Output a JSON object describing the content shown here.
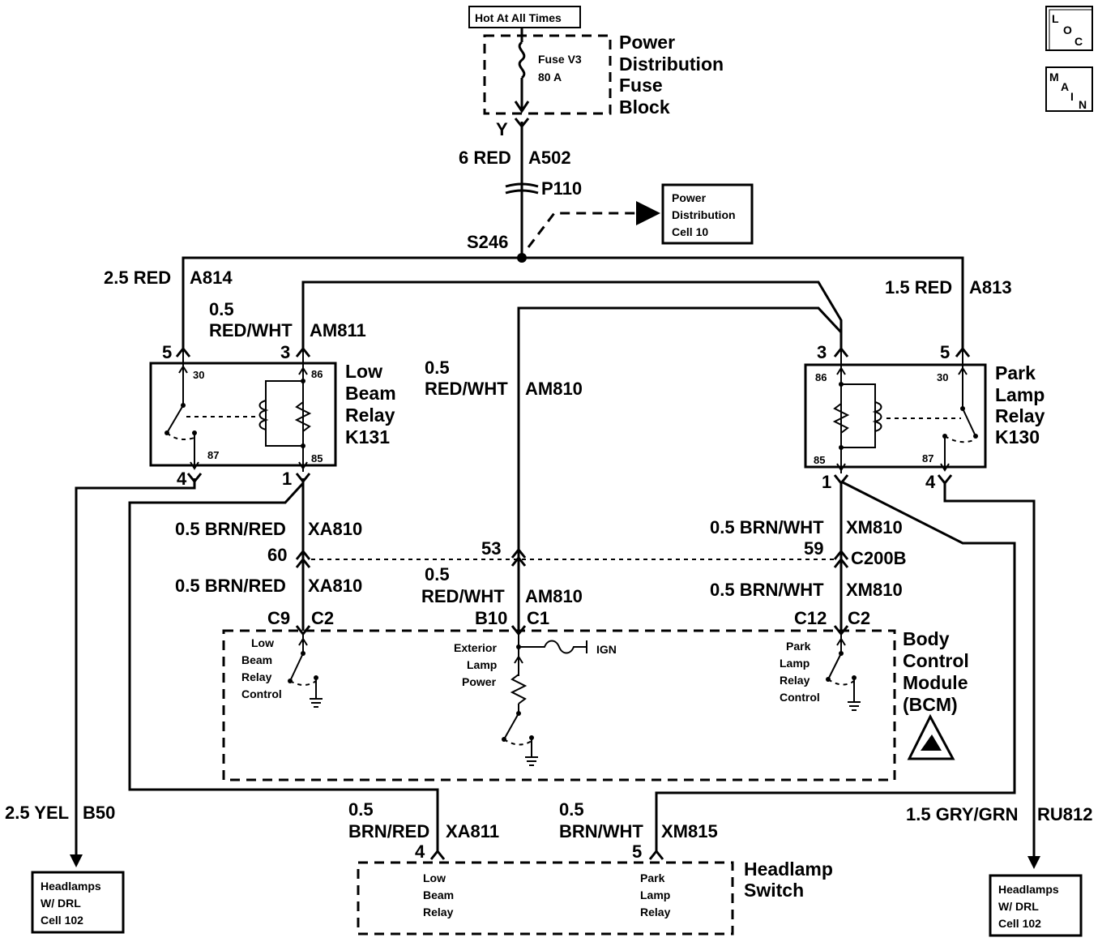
{
  "diagram": {
    "hot_label": "Hot At All Times",
    "loc": [
      "L",
      "O",
      "C"
    ],
    "main": [
      "M",
      "A",
      "I",
      "N"
    ],
    "pdfb": {
      "lines": [
        "Power",
        "Distribution",
        "Fuse",
        "Block"
      ],
      "fuse_name": "Fuse V3",
      "fuse_rating": "80 A",
      "pin": "Y"
    },
    "feed_wire": {
      "gauge_color": "6 RED",
      "circuit": "A502"
    },
    "connector_p110": "P110",
    "splice": "S246",
    "pd_ref": {
      "lines": [
        "Power",
        "Distribution",
        "Cell 10"
      ]
    },
    "w_a814": {
      "gauge_color": "2.5 RED",
      "circuit": "A814"
    },
    "w_a813": {
      "gauge_color": "1.5 RED",
      "circuit": "A813"
    },
    "w_am811": {
      "gauge": "0.5",
      "color": "RED/WHT",
      "circuit": "AM811"
    },
    "w_am810_top": {
      "gauge": "0.5",
      "color": "RED/WHT",
      "circuit": "AM810"
    },
    "k131": {
      "lines": [
        "Low",
        "Beam",
        "Relay",
        "K131"
      ],
      "pins": {
        "p5": "5",
        "p3": "3",
        "p4": "4",
        "p1": "1"
      },
      "terms": {
        "t30": "30",
        "t86": "86",
        "t87": "87",
        "t85": "85"
      }
    },
    "k130": {
      "lines": [
        "Park",
        "Lamp",
        "Relay",
        "K130"
      ],
      "pins": {
        "p3": "3",
        "p5": "5",
        "p1": "1",
        "p4": "4"
      },
      "terms": {
        "t86": "86",
        "t30": "30",
        "t85": "85",
        "t87": "87"
      }
    },
    "w_xa810": {
      "gauge_color": "0.5 BRN/RED",
      "circuit": "XA810"
    },
    "w_xm810": {
      "gauge_color": "0.5 BRN/WHT",
      "circuit": "XM810"
    },
    "c200b": {
      "name": "C200B",
      "pin60": "60",
      "pin53": "53",
      "pin59": "59"
    },
    "w_am810_low": {
      "gauge": "0.5",
      "color": "RED/WHT",
      "circuit": "AM810"
    },
    "bcm": {
      "lines": [
        "Body",
        "Control",
        "Module",
        "(BCM)"
      ],
      "c9": "C9",
      "c2a": "C2",
      "b10": "B10",
      "c1": "C1",
      "c12": "C12",
      "c2b": "C2",
      "low_beam_ctrl": [
        "Low",
        "Beam",
        "Relay",
        "Control"
      ],
      "ext_lamp": [
        "Exterior",
        "Lamp",
        "Power"
      ],
      "ign": "IGN",
      "park_ctrl": [
        "Park",
        "Lamp",
        "Relay",
        "Control"
      ]
    },
    "w_b50": {
      "gauge_color": "2.5 YEL",
      "circuit": "B50"
    },
    "w_ru812": {
      "gauge_color": "1.5 GRY/GRN",
      "circuit": "RU812"
    },
    "w_xa811": {
      "gauge": "0.5",
      "color": "BRN/RED",
      "circuit": "XA811",
      "pin": "4"
    },
    "w_xm815": {
      "gauge": "0.5",
      "color": "BRN/WHT",
      "circuit": "XM815",
      "pin": "5"
    },
    "hl_switch": {
      "lines": [
        "Headlamp",
        "Switch"
      ],
      "low": [
        "Low",
        "Beam",
        "Relay"
      ],
      "park": [
        "Park",
        "Lamp",
        "Relay"
      ]
    },
    "drl_left": [
      "Headlamps",
      "W/ DRL",
      "Cell 102"
    ],
    "drl_right": [
      "Headlamps",
      "W/ DRL",
      "Cell 102"
    ]
  }
}
